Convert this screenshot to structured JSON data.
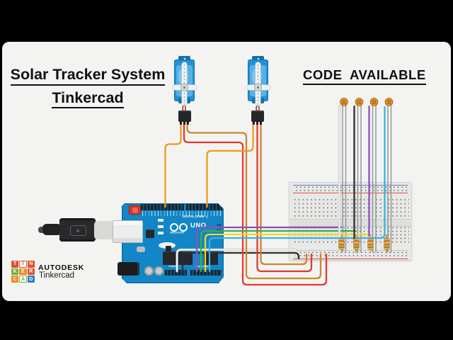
{
  "slide": {
    "title_line1": "Solar Tracker System",
    "title_line2": "Tinkercad",
    "code_banner": "CODE  AVAILABLE",
    "background": "#f3f4f1",
    "outer_background": "#000000"
  },
  "branding": {
    "autodesk": "AUTODESK",
    "product": "Tinkercad",
    "tiles": [
      {
        "letter": "T",
        "bg": "#e04f2d",
        "fg": "#ffffff"
      },
      {
        "letter": "I",
        "bg": "#ffffff",
        "fg": "#e04f2d",
        "border": "#e04f2d"
      },
      {
        "letter": "N",
        "bg": "#e04f2d",
        "fg": "#ffffff"
      },
      {
        "letter": "K",
        "bg": "#6cb33f",
        "fg": "#ffffff"
      },
      {
        "letter": "E",
        "bg": "#f0891f",
        "fg": "#ffffff"
      },
      {
        "letter": "R",
        "bg": "#e04f2d",
        "fg": "#ffffff"
      },
      {
        "letter": "C",
        "bg": "#f0891f",
        "fg": "#ffffff"
      },
      {
        "letter": "A",
        "bg": "#ffffff",
        "fg": "#6cb33f",
        "border": "#6cb33f"
      },
      {
        "letter": "D",
        "bg": "#2f7dc0",
        "fg": "#ffffff"
      }
    ]
  },
  "arduino": {
    "digital_label": "DIGITAL (PWM ~)",
    "logo_text": "ARDUINO",
    "uno_label": "UNO",
    "power_label": "POWER",
    "analog_label": "ANALOG IN",
    "board_color": "#1286c6"
  },
  "circuit": {
    "servos": 2,
    "ldrs": 4,
    "resistors": 4,
    "wire_colors": {
      "servo_signal": "#f0991f",
      "servo_power": "#e23a2e",
      "servo_ground": "#c8872f",
      "analog_a0": "#8b4fc2",
      "analog_a1": "#3aae49",
      "analog_a2": "#f5d327",
      "analog_a3": "#39b1e4",
      "power_5v": "#f7f7f5",
      "ground": "#2e2e2e",
      "ldr_legs": "#8f979c"
    }
  }
}
